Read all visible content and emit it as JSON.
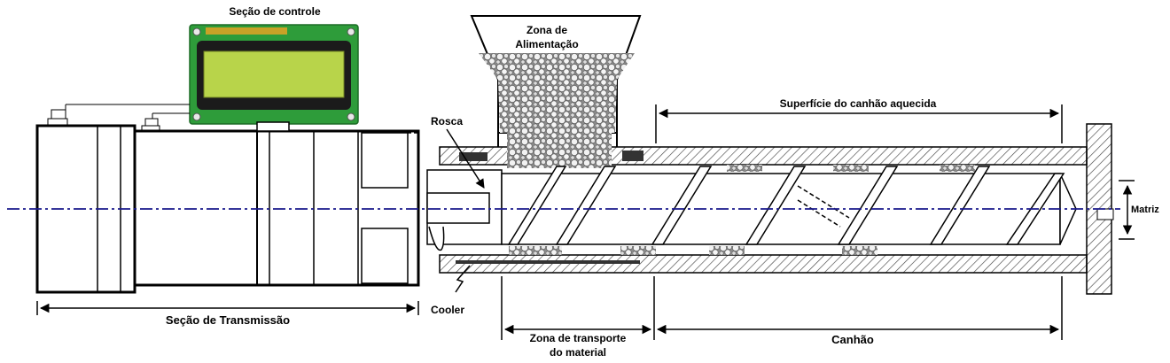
{
  "labels": {
    "control_section": "Seção de controle",
    "feed_zone_line1": "Zona de",
    "feed_zone_line2": "Alimentação",
    "heated_barrel_surface": "Superfície do canhão aquecida",
    "screw": "Rosca",
    "die": "Matriz",
    "cooler": "Cooler",
    "transmission_section": "Seção de Transmissão",
    "transport_zone_line1": "Zona de transporte",
    "transport_zone_line2": "do material",
    "barrel": "Canhão"
  },
  "colors": {
    "line": "#000000",
    "axis": "#1a1a8c",
    "lcd_board": "#2e9c3a",
    "lcd_screen": "#b8d44a",
    "hatch": "#555555",
    "pellet": "#cfcfcf"
  }
}
